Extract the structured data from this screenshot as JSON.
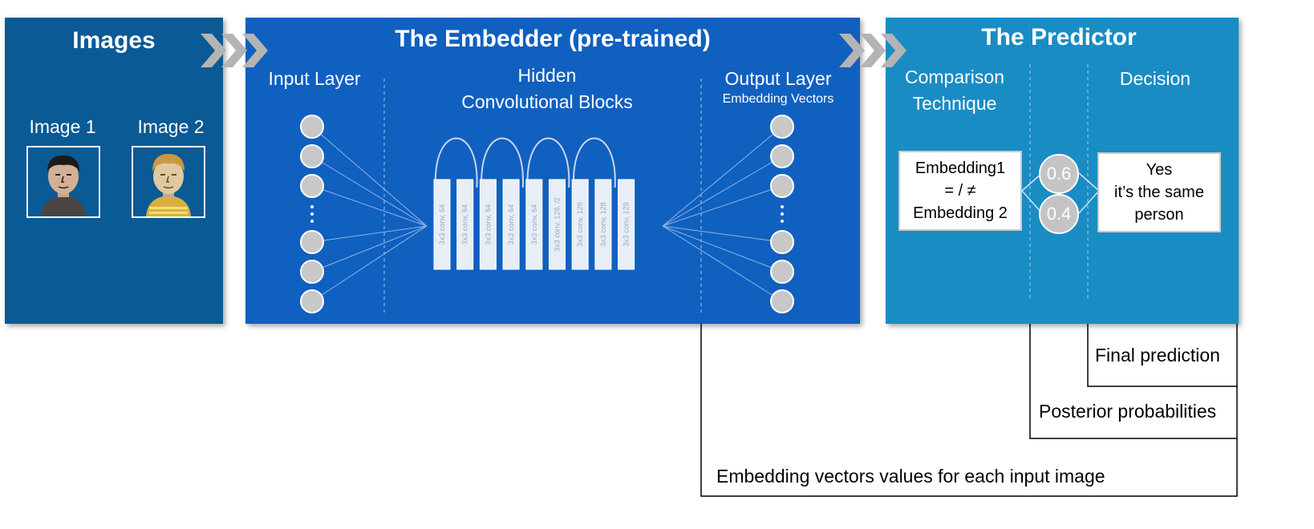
{
  "images_panel": {
    "title": "Images",
    "image1_label": "Image 1",
    "image2_label": "Image 2"
  },
  "embedder_panel": {
    "title": "The Embedder (pre-trained)",
    "input_layer": "Input Layer",
    "hidden_line1": "Hidden",
    "hidden_line2": "Convolutional Blocks",
    "output_layer": "Output Layer",
    "output_sub": "Embedding Vectors",
    "conv_blocks": [
      "3x3 conv, 64",
      "3x3 conv, 64",
      "3x3 conv, 64",
      "3x3 conv, 64",
      "3x3 conv, 64",
      "3x3 conv, 128, /2",
      "3x3 conv, 128",
      "3x3 conv, 128",
      "3x3 conv, 128"
    ]
  },
  "predictor_panel": {
    "title": "The Predictor",
    "comparison_line1": "Comparison",
    "comparison_line2": "Technique",
    "decision": "Decision",
    "embedding_box": [
      "Embedding1",
      "= / ≠",
      "Embedding 2"
    ],
    "probabilities": [
      "0.6",
      "0.4"
    ],
    "decision_box": [
      "Yes",
      "it’s the same",
      "person"
    ]
  },
  "annotations": {
    "final_prediction": "Final prediction",
    "posterior": "Posterior probabilities",
    "embedding_values": "Embedding vectors values for each input image"
  },
  "colors": {
    "images_panel": "#0a5a95",
    "embedder_panel": "#1060c0",
    "predictor_panel": "#1a8cc4",
    "node": "#c8c8c8",
    "chevron": "#b4b4b4"
  }
}
